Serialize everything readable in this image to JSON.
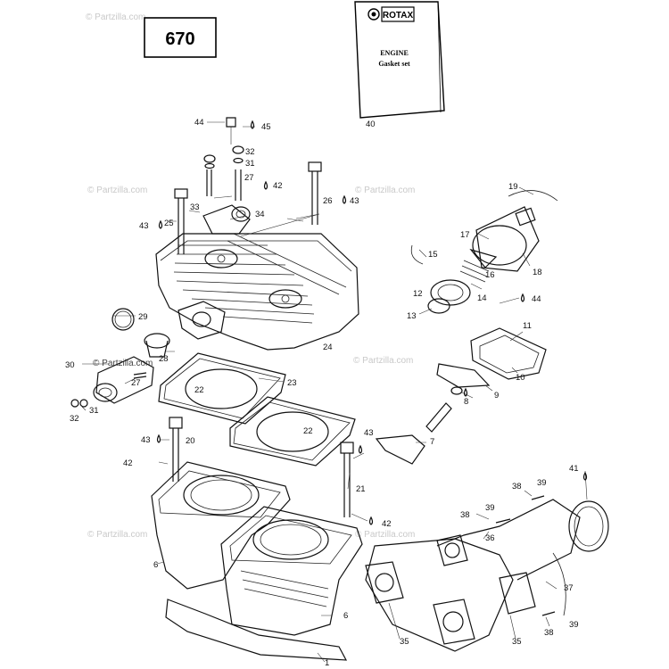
{
  "model_box": {
    "label": "670"
  },
  "booklet": {
    "brand": "ROTAX",
    "line1": "ENGINE",
    "line2": "Gasket set",
    "callout": "40"
  },
  "watermark": {
    "text": "© Partzilla.com"
  },
  "callouts": [
    {
      "id": "c44a",
      "n": "44"
    },
    {
      "id": "c45",
      "n": "45"
    },
    {
      "id": "c32a",
      "n": "32"
    },
    {
      "id": "c31a",
      "n": "31"
    },
    {
      "id": "c27a",
      "n": "27"
    },
    {
      "id": "c42a",
      "n": "42"
    },
    {
      "id": "c26",
      "n": "26"
    },
    {
      "id": "c43a",
      "n": "43"
    },
    {
      "id": "c33",
      "n": "33"
    },
    {
      "id": "c34",
      "n": "34"
    },
    {
      "id": "c43b",
      "n": "43"
    },
    {
      "id": "c25",
      "n": "25"
    },
    {
      "id": "c29",
      "n": "29"
    },
    {
      "id": "c28",
      "n": "28"
    },
    {
      "id": "c24",
      "n": "24"
    },
    {
      "id": "c30",
      "n": "30"
    },
    {
      "id": "c27b",
      "n": "27"
    },
    {
      "id": "c32b",
      "n": "32"
    },
    {
      "id": "c31b",
      "n": "31"
    },
    {
      "id": "c23",
      "n": "23"
    },
    {
      "id": "c22a",
      "n": "22"
    },
    {
      "id": "c22b",
      "n": "22"
    },
    {
      "id": "c43c",
      "n": "43"
    },
    {
      "id": "c20",
      "n": "20"
    },
    {
      "id": "c42b",
      "n": "42"
    },
    {
      "id": "c43d",
      "n": "43"
    },
    {
      "id": "c21",
      "n": "21"
    },
    {
      "id": "c42c",
      "n": "42"
    },
    {
      "id": "c6a",
      "n": "6"
    },
    {
      "id": "c6b",
      "n": "6"
    },
    {
      "id": "c1",
      "n": "1"
    },
    {
      "id": "c19",
      "n": "19"
    },
    {
      "id": "c17",
      "n": "17"
    },
    {
      "id": "c15",
      "n": "15"
    },
    {
      "id": "c18",
      "n": "18"
    },
    {
      "id": "c16",
      "n": "16"
    },
    {
      "id": "c12",
      "n": "12"
    },
    {
      "id": "c14",
      "n": "14"
    },
    {
      "id": "c44b",
      "n": "44"
    },
    {
      "id": "c13",
      "n": "13"
    },
    {
      "id": "c11",
      "n": "11"
    },
    {
      "id": "c10",
      "n": "10"
    },
    {
      "id": "c9",
      "n": "9"
    },
    {
      "id": "c8",
      "n": "8"
    },
    {
      "id": "c7",
      "n": "7"
    },
    {
      "id": "c41",
      "n": "41"
    },
    {
      "id": "c38a",
      "n": "38"
    },
    {
      "id": "c39a",
      "n": "39"
    },
    {
      "id": "c38b",
      "n": "38"
    },
    {
      "id": "c39b",
      "n": "39"
    },
    {
      "id": "c36",
      "n": "36"
    },
    {
      "id": "c37",
      "n": "37"
    },
    {
      "id": "c38c",
      "n": "38"
    },
    {
      "id": "c39c",
      "n": "39"
    },
    {
      "id": "c35a",
      "n": "35"
    },
    {
      "id": "c35b",
      "n": "35"
    }
  ]
}
